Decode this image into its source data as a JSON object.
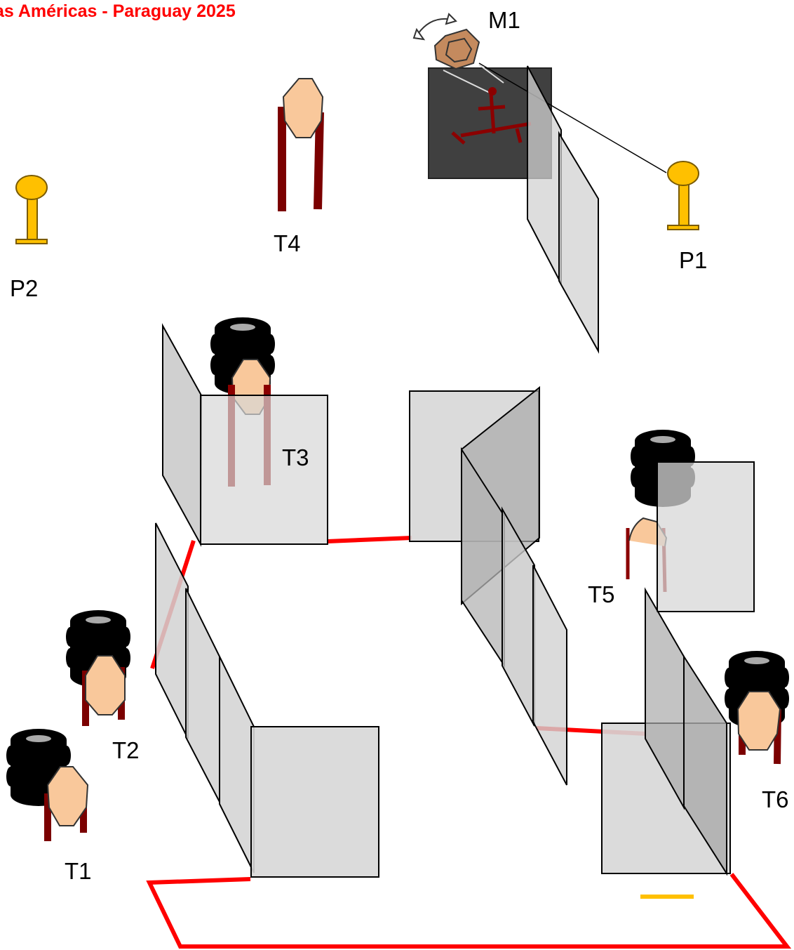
{
  "title": "as Américas  - Paraguay 2025",
  "labels": {
    "m1": "M1",
    "p1": "P1",
    "p2": "P2",
    "t1": "T1",
    "t2": "T2",
    "t3": "T3",
    "t4": "T4",
    "t5": "T5",
    "t6": "T6"
  },
  "colors": {
    "title": "#ff0000",
    "fault_line": "#ff0000",
    "target_face": "#f9c89b",
    "target_stand": "#7b0000",
    "popper": "#ffc000",
    "tire": "#000000",
    "wall": "#d0d0d0",
    "shooting_box": "#404040"
  }
}
